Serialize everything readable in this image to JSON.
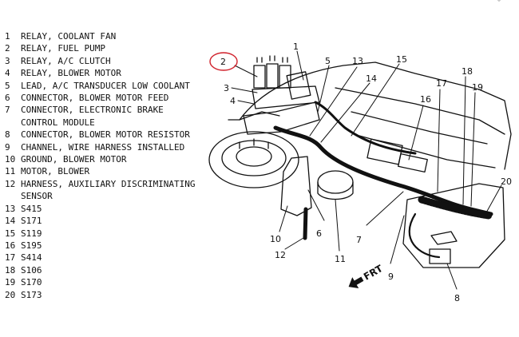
{
  "legend": [
    {
      "num": "1",
      "text": "RELAY, COOLANT FAN"
    },
    {
      "num": "2",
      "text": "RELAY, FUEL PUMP"
    },
    {
      "num": "3",
      "text": "RELAY, A/C CLUTCH"
    },
    {
      "num": "4",
      "text": "RELAY, BLOWER MOTOR"
    },
    {
      "num": "5",
      "text": "LEAD, A/C TRANSDUCER LOW COOLANT"
    },
    {
      "num": "6",
      "text": "CONNECTOR, BLOWER MOTOR FEED"
    },
    {
      "num": "7",
      "text": "CONNECTOR, ELECTRONIC BRAKE",
      "cont": "CONTROL MODULE"
    },
    {
      "num": "8",
      "text": "CONNECTOR, BLOWER MOTOR RESISTOR"
    },
    {
      "num": "9",
      "text": "CHANNEL, WIRE HARNESS INSTALLED"
    },
    {
      "num": "10",
      "text": "GROUND, BLOWER MOTOR"
    },
    {
      "num": "11",
      "text": "MOTOR, BLOWER"
    },
    {
      "num": "12",
      "text": "HARNESS, AUXILIARY DISCRIMINATING",
      "cont": "SENSOR"
    },
    {
      "num": "13",
      "text": "S415"
    },
    {
      "num": "14",
      "text": "S171"
    },
    {
      "num": "15",
      "text": "S119"
    },
    {
      "num": "16",
      "text": "S195"
    },
    {
      "num": "17",
      "text": "S414"
    },
    {
      "num": "18",
      "text": "S106"
    },
    {
      "num": "19",
      "text": "S170"
    },
    {
      "num": "20",
      "text": "S173"
    }
  ],
  "diagram": {
    "callouts": [
      "1",
      "2",
      "3",
      "4",
      "5",
      "6",
      "7",
      "8",
      "9",
      "10",
      "11",
      "12",
      "13",
      "14",
      "15",
      "16",
      "17",
      "18",
      "19",
      "20"
    ],
    "arrow_label": "FRT",
    "highlight_color": "#d0202a",
    "ink_color": "#111111"
  },
  "window": {
    "close_icon": "close-icon"
  }
}
